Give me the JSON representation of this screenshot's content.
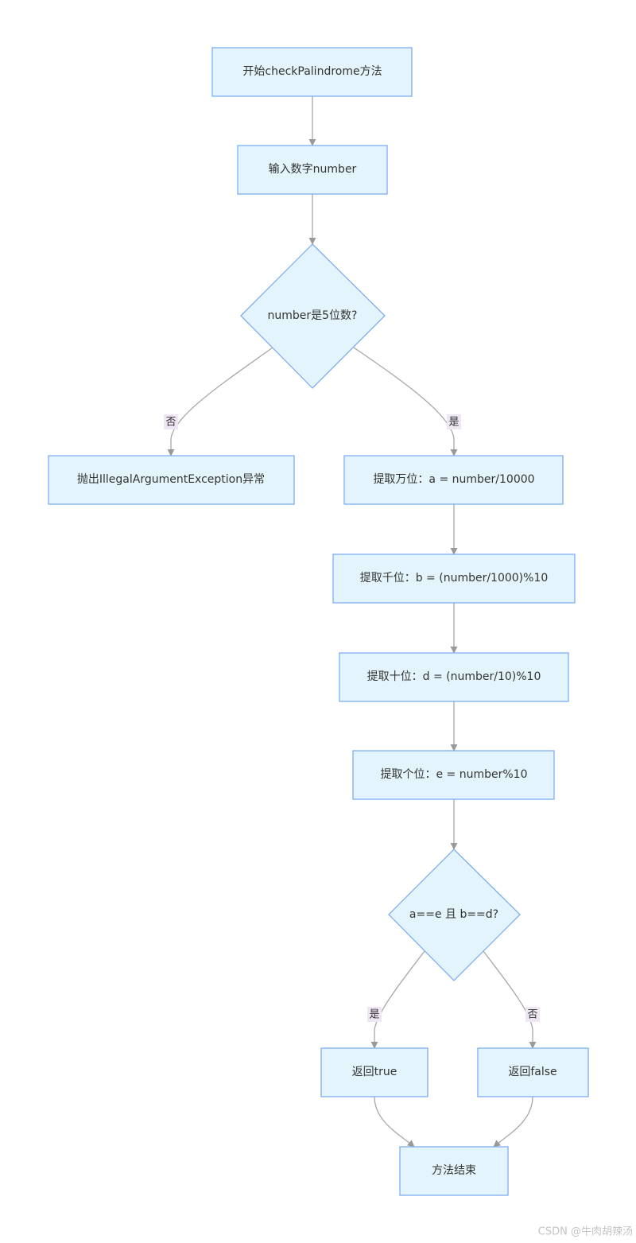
{
  "nodes": {
    "start": "开始checkPalindrome方法",
    "input": "输入数字number",
    "check_five_digits": "number是5位数?",
    "throw_exception": "抛出IllegalArgumentException异常",
    "extract_ten_thousands": "提取万位：a = number/10000",
    "extract_thousands": "提取千位：b = (number/1000)%10",
    "extract_tens": "提取十位：d = (number/10)%10",
    "extract_ones": "提取个位：e = number%10",
    "check_equal": "a==e 且 b==d?",
    "return_true": "返回true",
    "return_false": "返回false",
    "end": "方法结束"
  },
  "edge_labels": {
    "five_digits_no": "否",
    "five_digits_yes": "是",
    "equal_yes": "是",
    "equal_no": "否"
  },
  "watermark": "CSDN @牛肉胡辣汤",
  "colors": {
    "node_fill": "#e3f4fc",
    "node_stroke": "#7eaef2",
    "edge": "#a8a8a8",
    "label_bg": "#eee6f3"
  }
}
